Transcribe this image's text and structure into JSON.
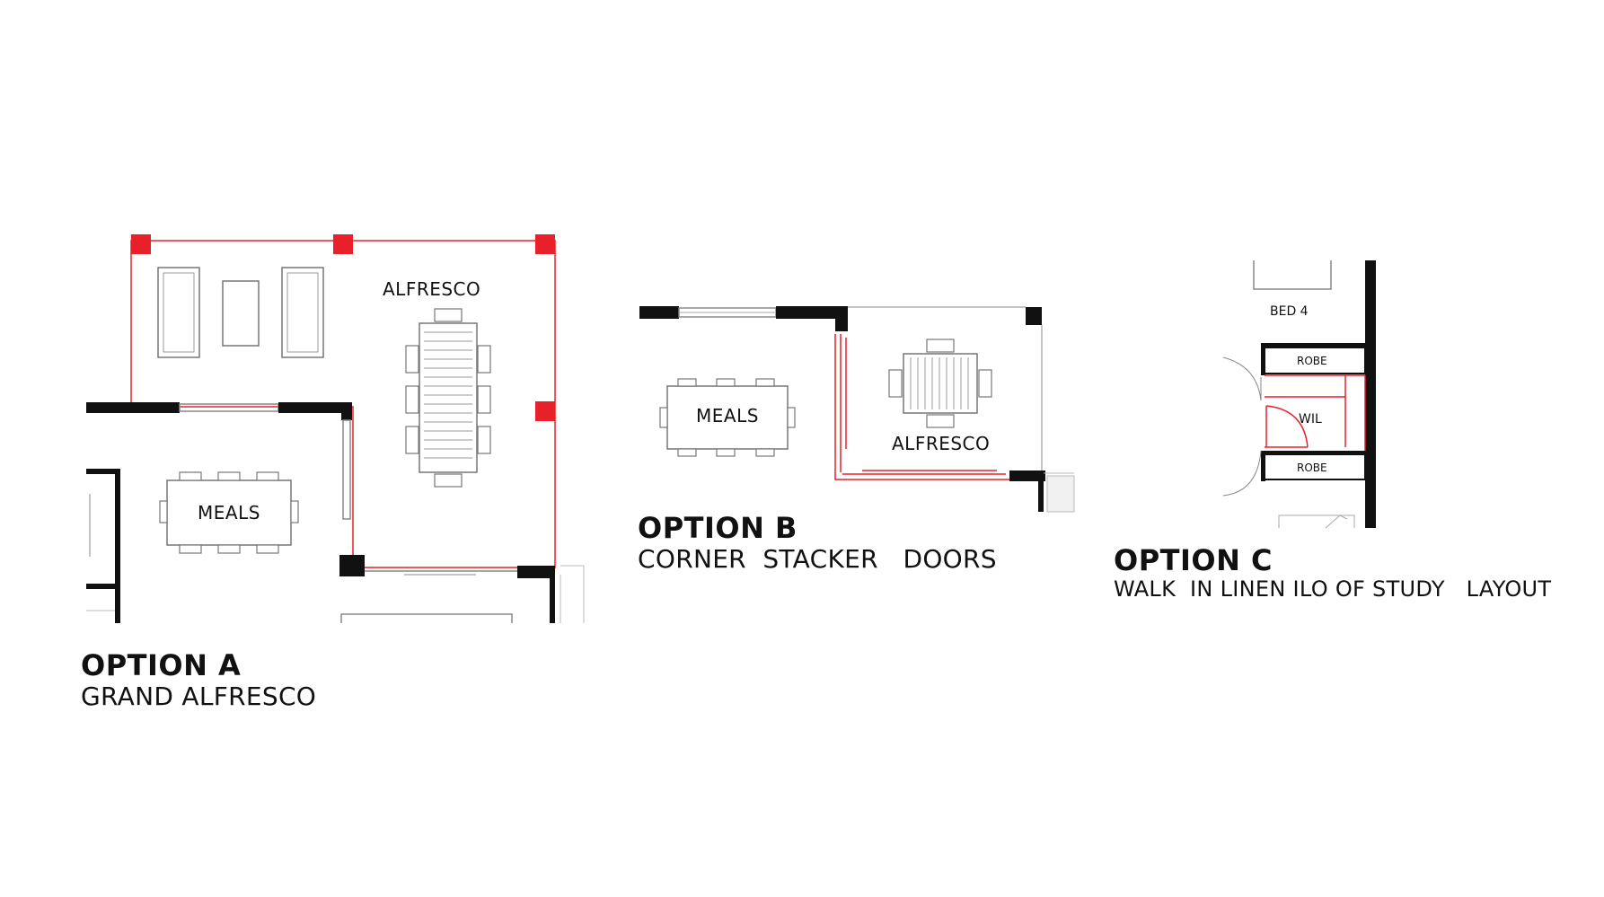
{
  "option_a": {
    "room_alfresco": "ALFRESCO",
    "room_meals": "MEALS",
    "title": "OPTION A",
    "subtitle": "GRAND ALFRESCO"
  },
  "option_b": {
    "room_meals": "MEALS",
    "room_alfresco": "ALFRESCO",
    "title": "OPTION B",
    "subtitle": "CORNER  STACKER   DOORS"
  },
  "option_c": {
    "room_bed": "BED 4",
    "room_robe_top": "ROBE",
    "room_wil": "WIL",
    "room_robe_bottom": "ROBE",
    "title": "OPTION C",
    "subtitle": "WALK  IN LINEN ILO OF STUDY   LAYOUT"
  },
  "colors": {
    "wall": "#111111",
    "highlight": "#e8202a",
    "furniture": "#888888",
    "background": "#ffffff"
  }
}
